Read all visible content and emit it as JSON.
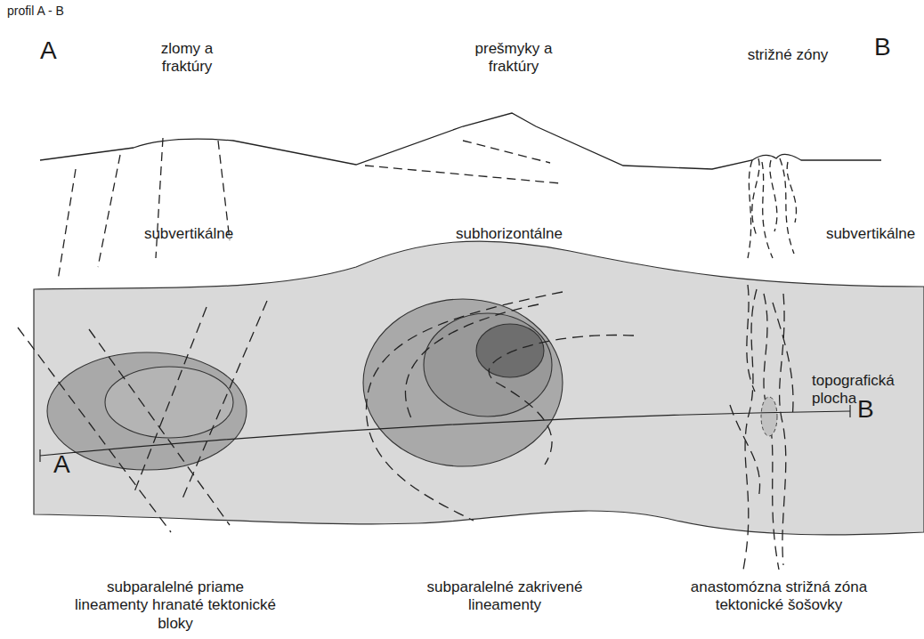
{
  "diagram": {
    "title": "profil A - B",
    "labels": [
      "A",
      "zlomy a fraktúry",
      "prešmyky a fraktúry",
      "strižné zóny",
      "B",
      "subvertikálne",
      "subhorizontálne",
      "subvertikálne",
      "A",
      "B",
      "topografická plocha",
      "subparalelné priame lineamenty hranaté tektonické bloky",
      "subparalelné zakrivené lineamenty",
      "anastomózna strižná zóna tektonické šošovky"
    ]
  }
}
